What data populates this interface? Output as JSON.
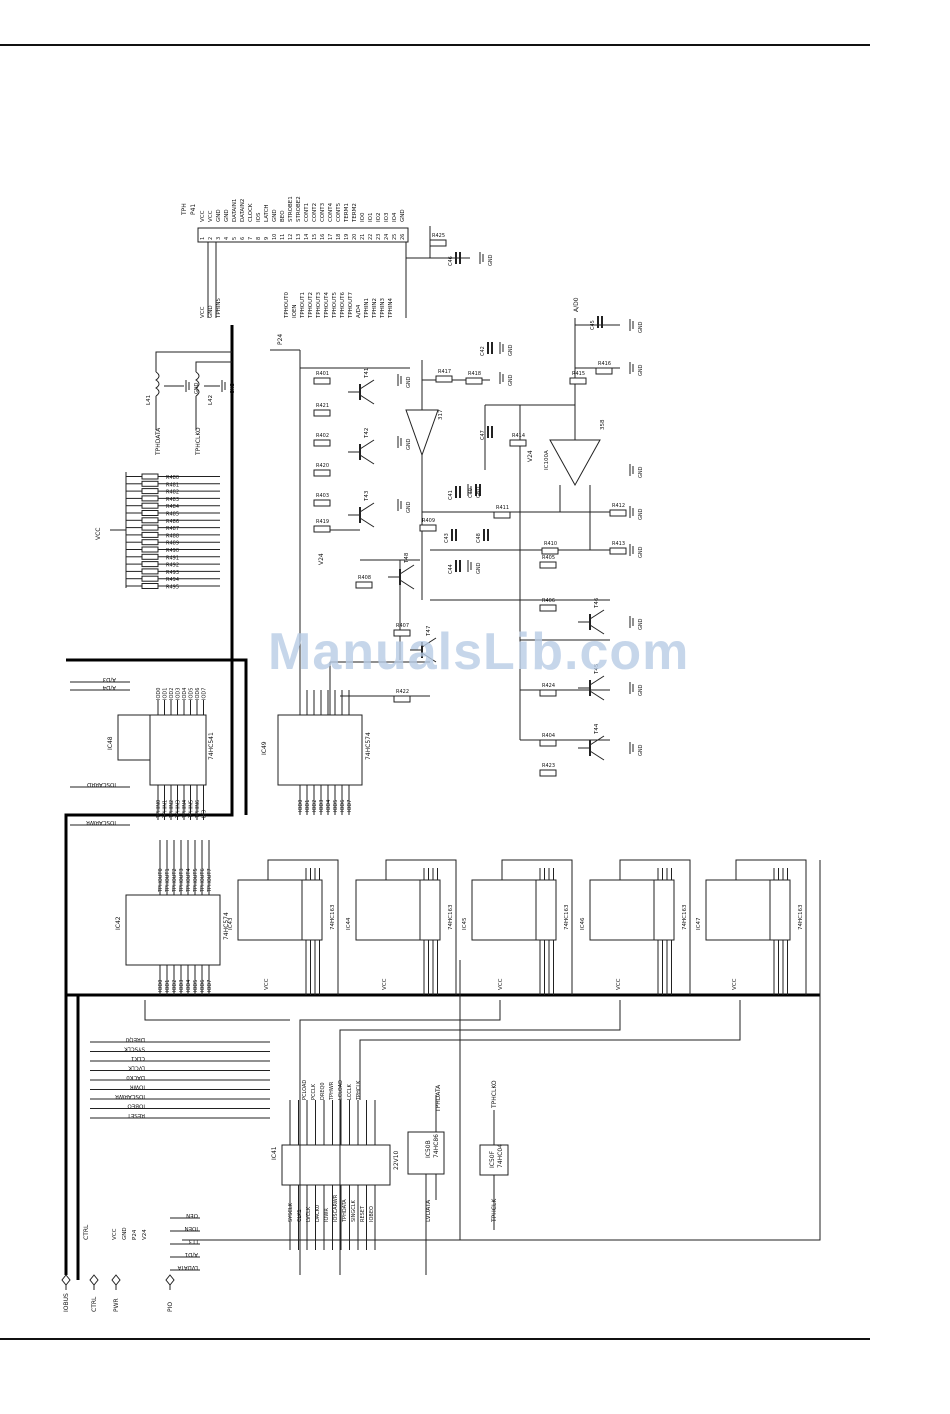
{
  "page": {
    "watermark": "ManualsLib.com"
  },
  "labels": {
    "tph": "TPH",
    "p41": "P41",
    "conn_pins": [
      "VCC",
      "VCC",
      "GND",
      "GND",
      "DATAIN1",
      "DATAIN2",
      "CLOCK",
      "IOS",
      "LATCH",
      "GND",
      "BEO",
      "STROBE1",
      "STROBE2",
      "CONT1",
      "CONT2",
      "CONT3",
      "CONT4",
      "CONT5",
      "TERM1",
      "TERM2",
      "IO0",
      "IO1",
      "IO2",
      "IO3",
      "IO4",
      "GND"
    ],
    "conn_nets": [
      "VCC",
      "GND",
      "TPHIN5",
      "TPHOUT0",
      "IOEN",
      "TPHOUT1",
      "TPHOUT2",
      "TPHOUT3",
      "TPHOUT4",
      "TPHOUT5",
      "TPHOUT6",
      "TPHOUT7",
      "A/D4",
      "TPHIN1",
      "TPHIN2",
      "TPHIN3",
      "TPHIN4"
    ],
    "vcc": "VCC",
    "gnd": "GND",
    "p24": "P24",
    "v24": "V24",
    "ad0": "A/D0",
    "ad3": "A/D3",
    "ad4": "A/D4",
    "ad1": "A/D1",
    "tphdata": "TPHDATA",
    "tphclko": "TPHCLKO",
    "tphclk": "TPHCLK",
    "lvdata": "LVDATA",
    "ctrl": "CTRL",
    "ics": [
      "IC48",
      "IC49",
      "IC42",
      "IC43",
      "IC44",
      "IC45",
      "IC46",
      "IC47",
      "IC41",
      "IC50B",
      "IC50F",
      "IC100A"
    ],
    "parts": [
      "74HC541",
      "74HC574",
      "74HC163",
      "22V10",
      "74HC86",
      "74HC04",
      "358",
      "317"
    ],
    "transistors": [
      "T41",
      "T42",
      "T43",
      "T44",
      "T45",
      "T46",
      "T47",
      "T48"
    ],
    "resistors": [
      "R401",
      "R402",
      "R403",
      "R404",
      "R405",
      "R406",
      "R407",
      "R408",
      "R409",
      "R410",
      "R411",
      "R412",
      "R413",
      "R414",
      "R415",
      "R416",
      "R417",
      "R418",
      "R419",
      "R420",
      "R421",
      "R422",
      "R423",
      "R424",
      "R425"
    ],
    "rpack": [
      "R480",
      "R481",
      "R482",
      "R483",
      "R484",
      "R485",
      "R486",
      "R487",
      "R488",
      "R489",
      "R490",
      "R491",
      "R492",
      "R493",
      "R494",
      "R495"
    ],
    "caps": [
      "C40",
      "C41",
      "C42",
      "C43",
      "C44",
      "C45",
      "C46",
      "C47",
      "C48"
    ],
    "inductors": [
      "L41",
      "L42"
    ],
    "bus_signals": [
      "DREQ0",
      "SYSCLK",
      "CLK1",
      "LVCLK",
      "DACK0",
      "IOWR",
      "IOSCARWR",
      "IOBEO",
      "RESET",
      "IOSCARRD",
      "OEN",
      "IOEN",
      "LT3"
    ],
    "rc_left": [
      "VCC",
      "GND",
      "P24",
      "V24"
    ],
    "connectors": [
      "IOBUS",
      "CTRL",
      "PWR",
      "PIO"
    ]
  }
}
